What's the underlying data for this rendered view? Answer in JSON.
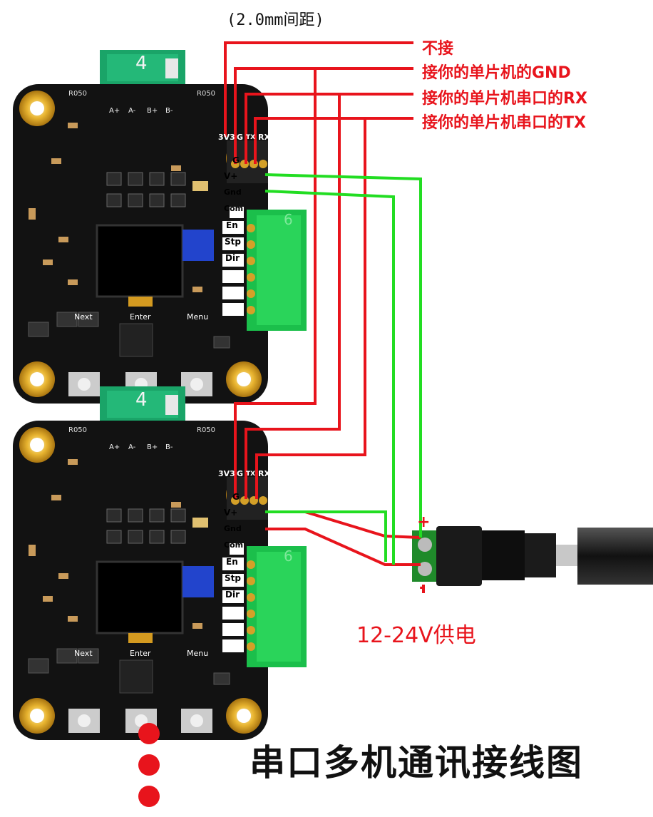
{
  "connector_pitch": "(2.0mm间距)",
  "wire_labels": {
    "nc": "不接",
    "gnd": "接你的单片机的GND",
    "rx": "接你的单片机串口的RX",
    "tx": "接你的单片机串口的TX"
  },
  "power_label": "12-24V供电",
  "power_plus": "+",
  "power_minus": "-",
  "title": "串口多机通讯接线图",
  "board": {
    "motor_connector_number": "4",
    "motor_pins": [
      "A+",
      "A-",
      "B+",
      "B-"
    ],
    "silk_left": "R050",
    "silk_right": "R050",
    "serial_pins": [
      "3V3",
      "G",
      "TX",
      "RX"
    ],
    "g_label": "G",
    "ctrl_pins": [
      "V+",
      "Gnd",
      "Com",
      "En",
      "Stp",
      "Dir"
    ],
    "ctrl_connector_number": "6",
    "buttons": [
      "Next",
      "Enter",
      "Menu"
    ]
  },
  "colors": {
    "wire_red": "#e8141c",
    "wire_green": "#22dd22",
    "pcb": "#121212",
    "connector_green": "#1aa468"
  }
}
